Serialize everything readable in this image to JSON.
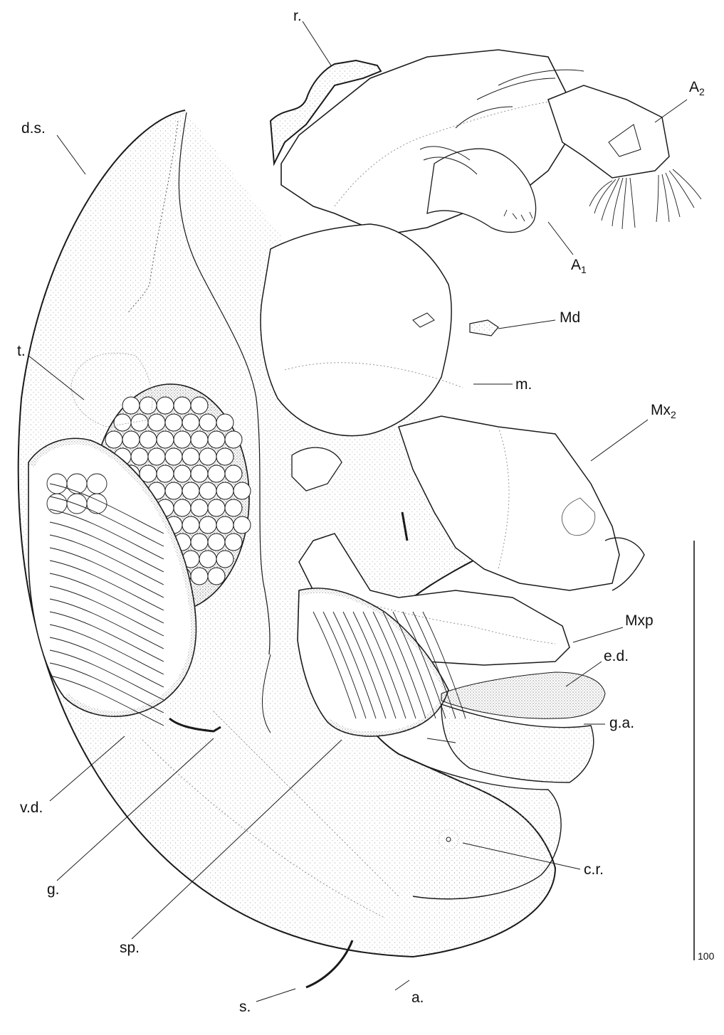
{
  "labels": {
    "r": "r.",
    "ds": "d.s.",
    "a2_main": "A",
    "a2_sub": "2",
    "a1_main": "A",
    "a1_sub": "1",
    "md": "Md",
    "t": "t.",
    "m": "m.",
    "mx2_main": "Mx",
    "mx2_sub": "2",
    "mxp": "Mxp",
    "ed": "e.d.",
    "ga": "g.a.",
    "vd": "v.d.",
    "g": "g.",
    "sp": "sp.",
    "cr": "c.r.",
    "s": "s.",
    "a": "a."
  },
  "scale_bar": {
    "value": "100"
  },
  "colors": {
    "ink": "#1a1a1a",
    "stipple": "#9a9a9a",
    "paper": "#ffffff"
  }
}
